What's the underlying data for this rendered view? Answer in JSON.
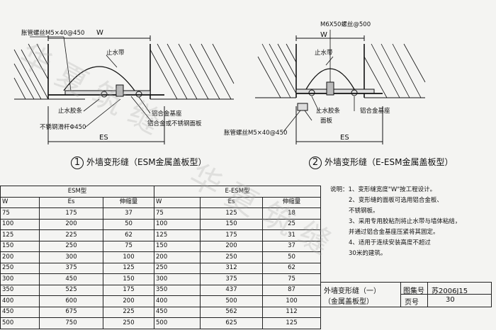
{
  "fig1": {
    "caption_num": "1",
    "caption_text": "外墙变形缝（ESM金属盖板型）",
    "labels": {
      "bolt": "胀管螺丝M5×40@450",
      "w": "W",
      "waterstop": "止水带",
      "strip": "止水胶条",
      "rod": "不锈钢滑杆Φ450",
      "base": "铝合金基座",
      "plate": "铝合金或不锈钢面板",
      "es": "ES"
    }
  },
  "fig2": {
    "caption_num": "2",
    "caption_text": "外墙变形缝（E-ESM金属盖板型）",
    "labels": {
      "bolt_top": "M6X50螺丝@500",
      "w": "W",
      "waterstop": "止水带",
      "strip": "止水胶条",
      "face": "面板",
      "base": "铝合金基座",
      "bolt": "胀管螺丝M5×40@450",
      "es": "ES"
    }
  },
  "table": {
    "group1": "ESM型",
    "group2": "E-ESM型",
    "columns": [
      "W",
      "Es",
      "伸缩量",
      "W",
      "Es",
      "伸缩量"
    ],
    "rows": [
      [
        "75",
        "175",
        "37",
        "75",
        "125",
        "18"
      ],
      [
        "100",
        "200",
        "50",
        "100",
        "150",
        "25"
      ],
      [
        "125",
        "225",
        "62",
        "125",
        "175",
        "31"
      ],
      [
        "150",
        "250",
        "75",
        "150",
        "200",
        "37"
      ],
      [
        "200",
        "300",
        "100",
        "200",
        "250",
        "50"
      ],
      [
        "250",
        "375",
        "125",
        "250",
        "312",
        "62"
      ],
      [
        "300",
        "450",
        "150",
        "300",
        "375",
        "75"
      ],
      [
        "350",
        "525",
        "175",
        "350",
        "437",
        "87"
      ],
      [
        "400",
        "600",
        "200",
        "400",
        "500",
        "100"
      ],
      [
        "450",
        "675",
        "225",
        "450",
        "562",
        "112"
      ],
      [
        "500",
        "750",
        "250",
        "500",
        "625",
        "125"
      ]
    ]
  },
  "notes": {
    "head": "说明：",
    "items": [
      "1、变形缝宽度\"W\"按工程设计。",
      "2、变形缝的面板可选用铝合金板、",
      "   不锈钢板。",
      "3、采用专用胶粘剂将止水带与墙体粘结，",
      "   并通过铝合金基座压紧将其固定。",
      "4、适用于连续安装高度不超过",
      "   30米的建筑。"
    ]
  },
  "title_block": {
    "title1": "外墙变形缝（一）",
    "title2": "（金属盖板型）",
    "atlas_label": "图集号",
    "atlas_value": "苏2006J15",
    "page_label": "页号",
    "page_value": "30"
  }
}
